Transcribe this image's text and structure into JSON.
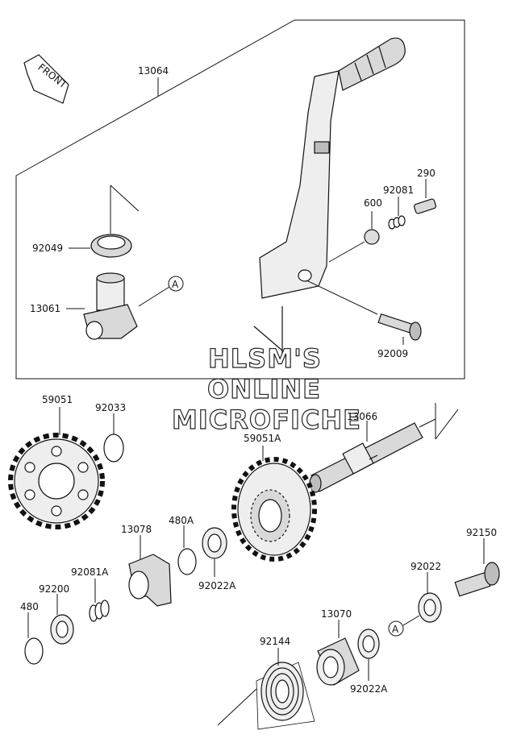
{
  "front_badge": "FRONT",
  "watermark": [
    "HLSM'S",
    "ONLINE",
    "MICROFICHE"
  ],
  "reference_marker": "A",
  "callouts": {
    "p13064": "13064",
    "p290": "290",
    "p92081": "92081",
    "p600": "600",
    "p92049": "92049",
    "p13061": "13061",
    "p92009": "92009",
    "p59051": "59051",
    "p92033": "92033",
    "p13066": "13066",
    "p59051A": "59051A",
    "p13078": "13078",
    "p480A": "480A",
    "p92022A_top": "92022A",
    "p92081A": "92081A",
    "p92200": "92200",
    "p480": "480",
    "p92150": "92150",
    "p92022": "92022",
    "p13070": "13070",
    "p92144": "92144",
    "p92022A_bottom": "92022A"
  },
  "colors": {
    "line": "#111111",
    "fill_light": "#eeeeee",
    "fill_mid": "#d9d9d9",
    "fill_dark": "#bdbdbd",
    "background": "#ffffff"
  }
}
